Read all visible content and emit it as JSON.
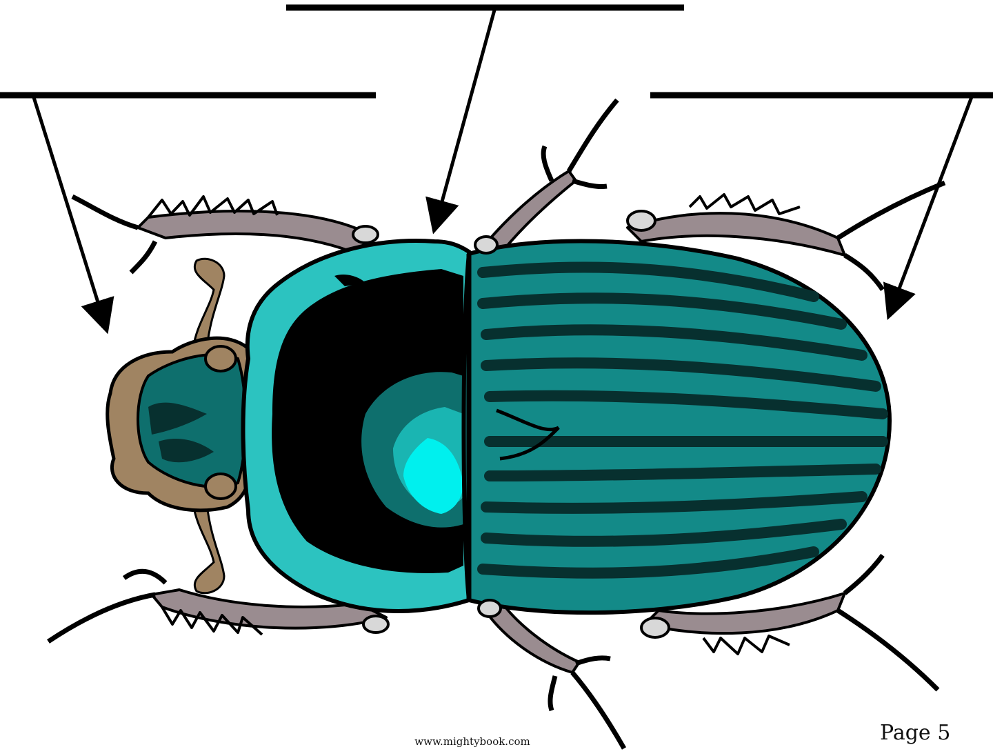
{
  "labels": [
    {
      "id": "head",
      "text": ""
    },
    {
      "id": "thorax",
      "text": ""
    },
    {
      "id": "abdomen",
      "text": ""
    }
  ],
  "footer": {
    "url": "www.mightybook.com",
    "page": "Page 5"
  },
  "colors": {
    "shell_dark": "#07302f",
    "shell_mid": "#138a88",
    "shell_light": "#2cc3c0",
    "highlight": "#00f0ee",
    "legs": "#9a8c90",
    "antenna": "#a08462",
    "outline": "#000000"
  }
}
